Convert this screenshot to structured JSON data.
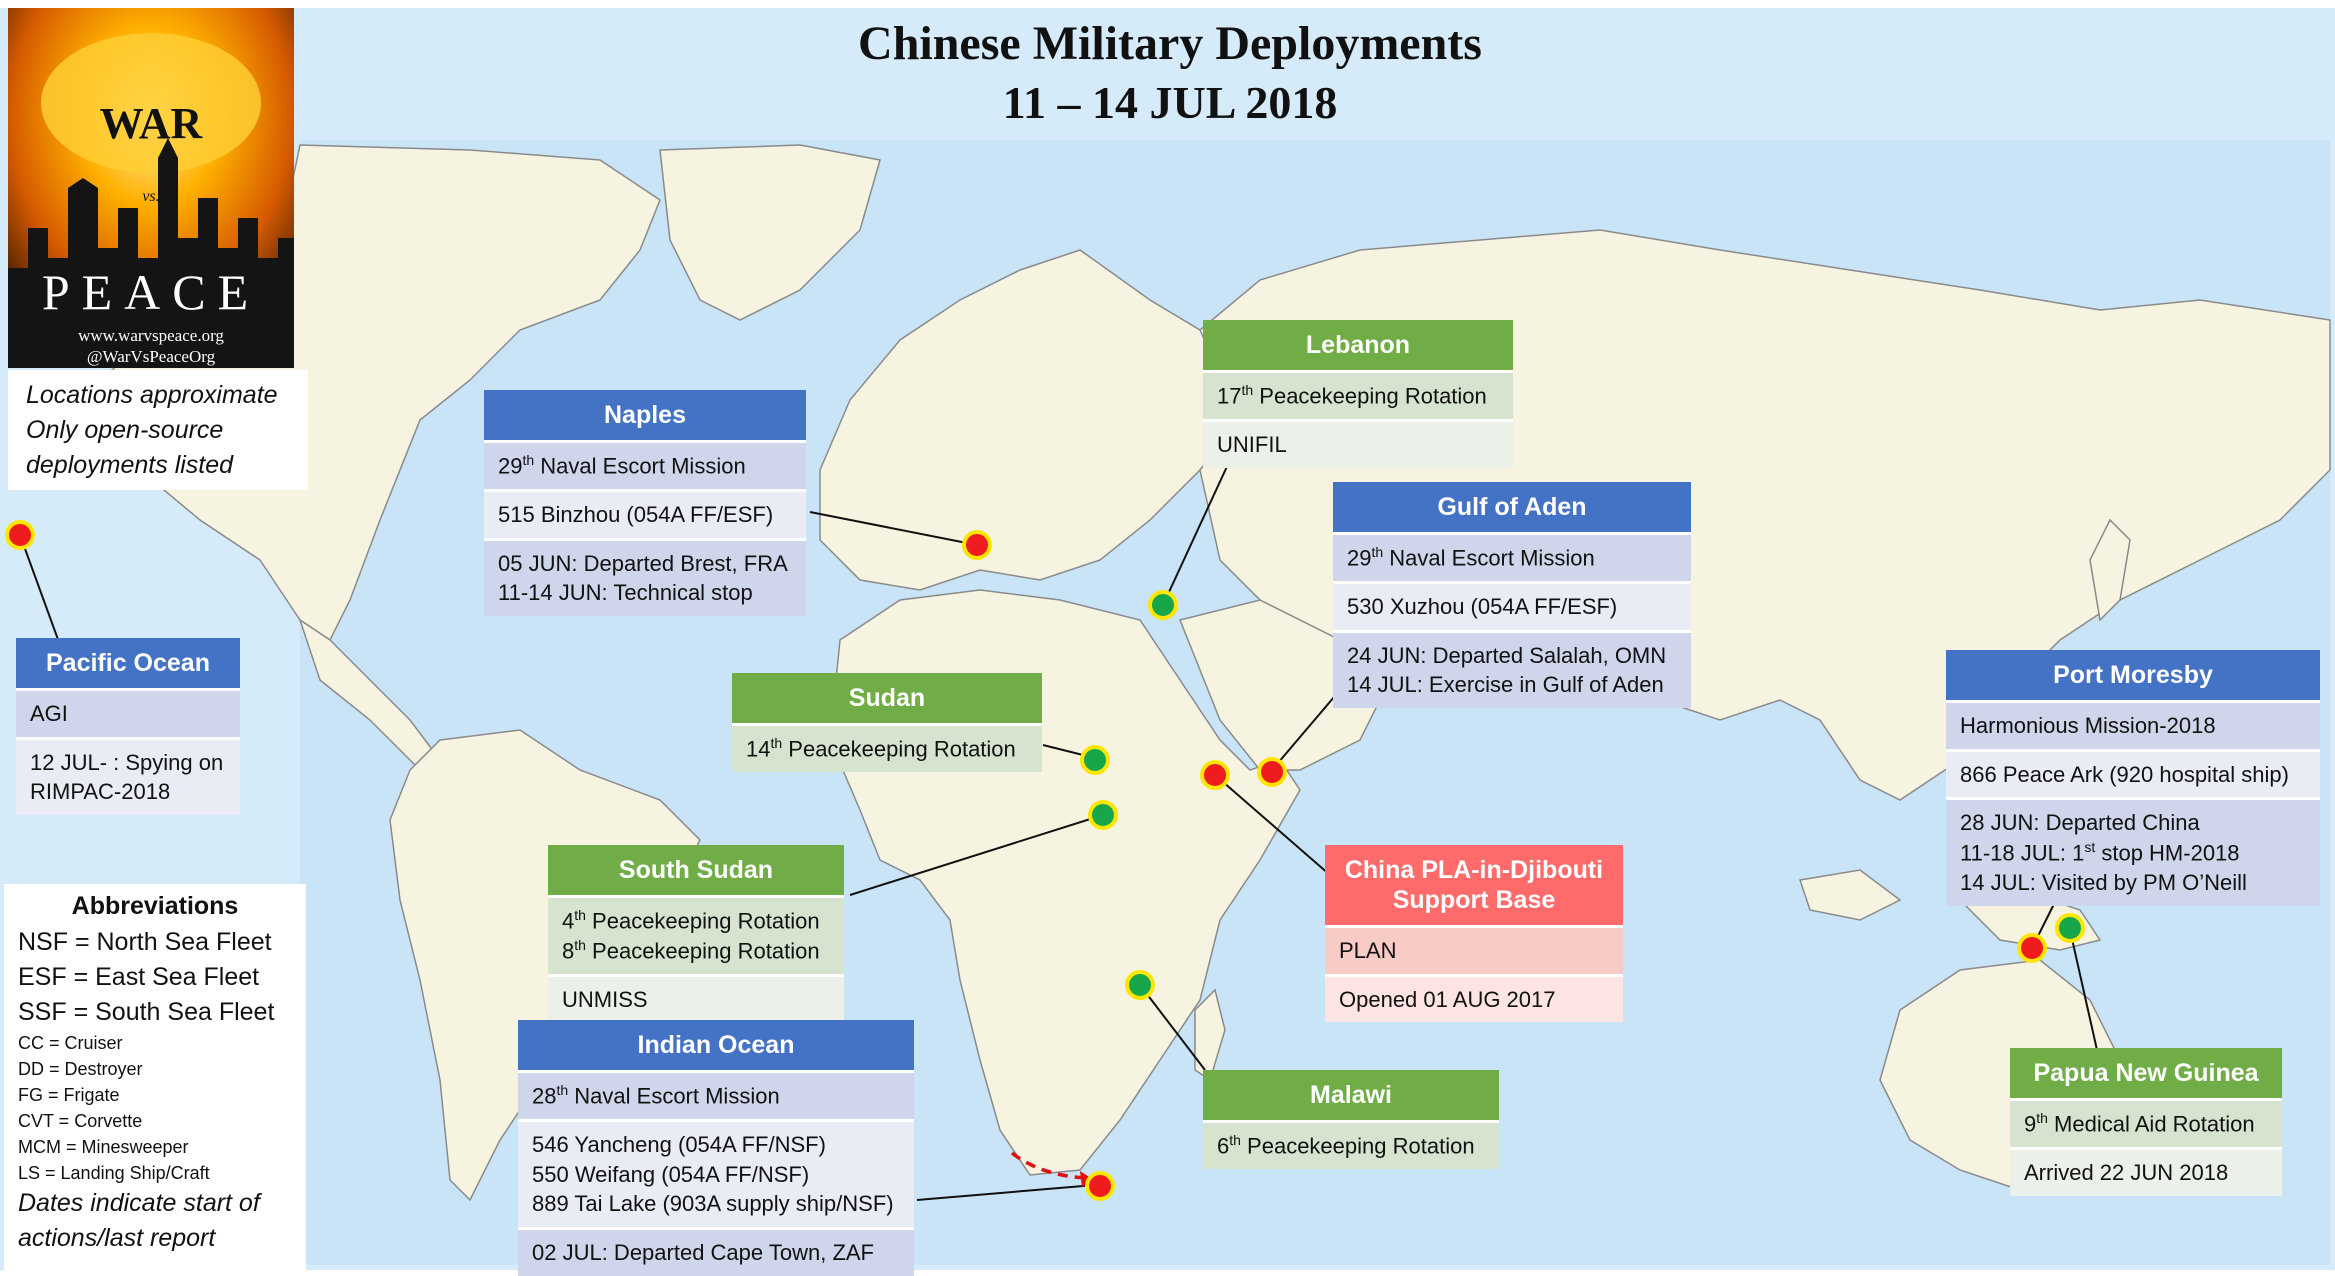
{
  "title": {
    "line1": "Chinese Military Deployments",
    "line2": "11 – 14 JUL 2018"
  },
  "logo": {
    "top": "WAR",
    "vs": "vs.",
    "bottom": "PEACE",
    "site": "www.warvspeace.org",
    "handle": "@WarVsPeaceOrg"
  },
  "note": {
    "lines": [
      "Locations approximate",
      "Only open-source",
      "deployments listed"
    ]
  },
  "colors": {
    "ocean": "#cfe6f8",
    "land": "#f7f3e1",
    "blue_header": "#4472c4",
    "green_header": "#70ad47",
    "red_header": "#ff6b6b",
    "marker_green": "#17a74a",
    "marker_red": "#ee1c1c",
    "marker_ring": "#ffe600"
  },
  "abbreviations": {
    "title": "Abbreviations",
    "main": [
      "NSF = North Sea Fleet",
      "ESF = East Sea Fleet",
      "SSF = South Sea Fleet"
    ],
    "small": [
      "CC = Cruiser",
      "DD = Destroyer",
      "FG = Frigate",
      "CVT = Corvette",
      "MCM = Minesweeper",
      "LS = Landing Ship/Craft"
    ],
    "footer": [
      "Dates indicate start of",
      "actions/last report"
    ]
  },
  "boxes": {
    "pacific": {
      "title": "Pacific Ocean",
      "r1": "AGI",
      "r2a": "12 JUL- : Spying on",
      "r2b": "RIMPAC-2018"
    },
    "naples": {
      "title": "Naples",
      "r1_num": "29",
      "r1_sup": "th",
      "r1_rest": " Naval Escort Mission",
      "r2": "515 Binzhou (054A FF/ESF)",
      "r3a": "05 JUN: Departed Brest, FRA",
      "r3b": "11-14 JUN: Technical stop"
    },
    "lebanon": {
      "title": "Lebanon",
      "r1_num": "17",
      "r1_sup": "th",
      "r1_rest": " Peacekeeping Rotation",
      "r2": "UNIFIL"
    },
    "aden": {
      "title": "Gulf of Aden",
      "r1_num": "29",
      "r1_sup": "th",
      "r1_rest": " Naval Escort Mission",
      "r2": "530 Xuzhou (054A FF/ESF)",
      "r3a": "24 JUN: Departed Salalah, OMN",
      "r3b": "14 JUL: Exercise in Gulf of Aden"
    },
    "sudan": {
      "title": "Sudan",
      "r1_num": "14",
      "r1_sup": "th",
      "r1_rest": " Peacekeeping Rotation"
    },
    "south_sudan": {
      "title": "South Sudan",
      "r1_num": "4",
      "r1_sup": "th",
      "r1_rest": " Peacekeeping Rotation",
      "r1b_num": "8",
      "r1b_sup": "th",
      "r1b_rest": " Peacekeeping Rotation",
      "r2": "UNMISS"
    },
    "djibouti": {
      "title1": "China PLA-in-Djibouti",
      "title2": "Support Base",
      "r1": "PLAN",
      "r2": "Opened 01 AUG 2017"
    },
    "indian": {
      "title": "Indian Ocean",
      "r1_num": "28",
      "r1_sup": "th",
      "r1_rest": " Naval Escort Mission",
      "r2a": "546 Yancheng (054A FF/NSF)",
      "r2b": "550 Weifang (054A FF/NSF)",
      "r2c": "889 Tai Lake (903A supply ship/NSF)",
      "r3": "02 JUL: Departed Cape Town, ZAF"
    },
    "malawi": {
      "title": "Malawi",
      "r1_num": "6",
      "r1_sup": "th",
      "r1_rest": " Peacekeeping Rotation"
    },
    "moresby": {
      "title": "Port Moresby",
      "r1": "Harmonious Mission-2018",
      "r2": "866 Peace Ark (920 hospital ship)",
      "r3a": "28 JUN: Departed China",
      "r3b_pre": "11-18 JUL: 1",
      "r3b_sup": "st",
      "r3b_post": " stop HM-2018",
      "r3c": "14 JUL: Visited by PM O’Neill"
    },
    "png": {
      "title": "Papua New Guinea",
      "r1_num": "9",
      "r1_sup": "th",
      "r1_rest": " Medical Aid Rotation",
      "r2": "Arrived 22 JUN 2018"
    }
  }
}
